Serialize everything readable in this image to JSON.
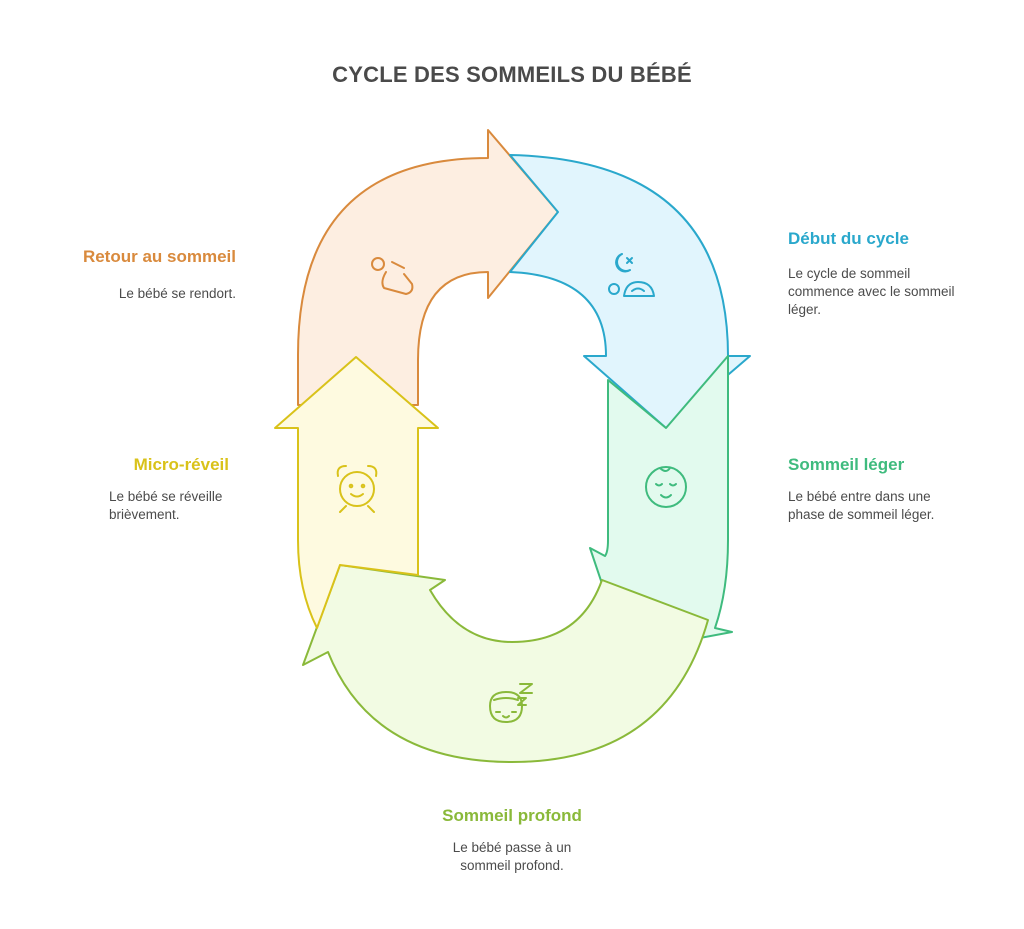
{
  "title": "CYCLE DES SOMMEILS DU BÉBÉ",
  "colors": {
    "debut": "#2aa8cc",
    "leger": "#3fbb7e",
    "profond": "#8ab93a",
    "micro": "#d9c21a",
    "retour": "#d98a3d"
  },
  "stages": [
    {
      "key": "debut",
      "title": "Début du cycle",
      "desc_lines": [
        "Le cycle de sommeil",
        "commence avec le sommeil",
        "léger."
      ],
      "icon": "moon-baby-icon"
    },
    {
      "key": "leger",
      "title": "Sommeil léger",
      "desc_lines": [
        "Le bébé entre dans une",
        "phase de sommeil léger."
      ],
      "icon": "baby-face-icon"
    },
    {
      "key": "profond",
      "title": "Sommeil profond",
      "desc_lines": [
        "Le bébé passe à un",
        "sommeil profond."
      ],
      "icon": "sleeping-baby-zz-icon"
    },
    {
      "key": "micro",
      "title": "Micro-réveil",
      "desc_lines": [
        "Le bébé se réveille",
        "brièvement."
      ],
      "icon": "alarm-clock-icon"
    },
    {
      "key": "retour",
      "title": "Retour au sommeil",
      "desc_lines": [
        "Le bébé se rendort."
      ],
      "icon": "resting-baby-icon"
    }
  ]
}
